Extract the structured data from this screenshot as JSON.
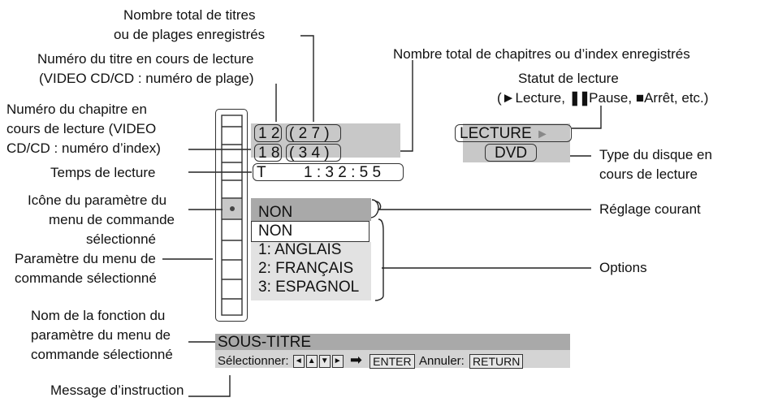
{
  "callouts": {
    "total_titles_line1": "Nombre total de titres",
    "total_titles_line2": "ou de plages enregistrés",
    "current_title_line1": "Numéro du titre en cours de lecture",
    "current_title_line2": "(VIDEO CD/CD : numéro de plage)",
    "chapter_line1": "Numéro du chapitre en",
    "chapter_line2": "cours de lecture (VIDEO",
    "chapter_line3": "CD/CD : numéro d’index)",
    "playtime": "Temps de lecture",
    "icon_line1": "Icône du paramètre du",
    "icon_line2": "menu de commande",
    "icon_line3": "sélectionné",
    "param_line1": "Paramètre du menu de",
    "param_line2": "commande sélectionné",
    "function_line1": "Nom de la fonction du",
    "function_line2": "paramètre du menu de",
    "function_line3": "commande sélectionné",
    "instruction": "Message d’instruction",
    "total_chapters": "Nombre total de chapitres ou d’index enregistrés",
    "status_line1": "Statut de lecture",
    "status_line2_open": "(",
    "status_play": "Lecture, ",
    "status_pause": "Pause, ",
    "status_stop": "Arrêt, etc.)",
    "disc_type_line1": "Type du disque en",
    "disc_type_line2": "cours de lecture",
    "current_setting": "Réglage courant",
    "options": "Options"
  },
  "osd": {
    "title_number": "1 2",
    "title_total": "( 2 7 )",
    "chapter_number": "1 8",
    "chapter_total": "( 3 4 )",
    "time_prefix": "T",
    "time_value": "1 : 3 2 : 5 5",
    "status": "LECTURE",
    "disc_type": "DVD",
    "current_setting": "NON",
    "options": [
      "NON",
      "1: ANGLAIS",
      "2: FRANÇAIS",
      "3: ESPAGNOL"
    ],
    "function_name": "SOUS-TITRE",
    "instruction_select": "Sélectionner:",
    "key_enter": "ENTER",
    "instruction_cancel": "Annuler:",
    "key_return": "RETURN"
  }
}
